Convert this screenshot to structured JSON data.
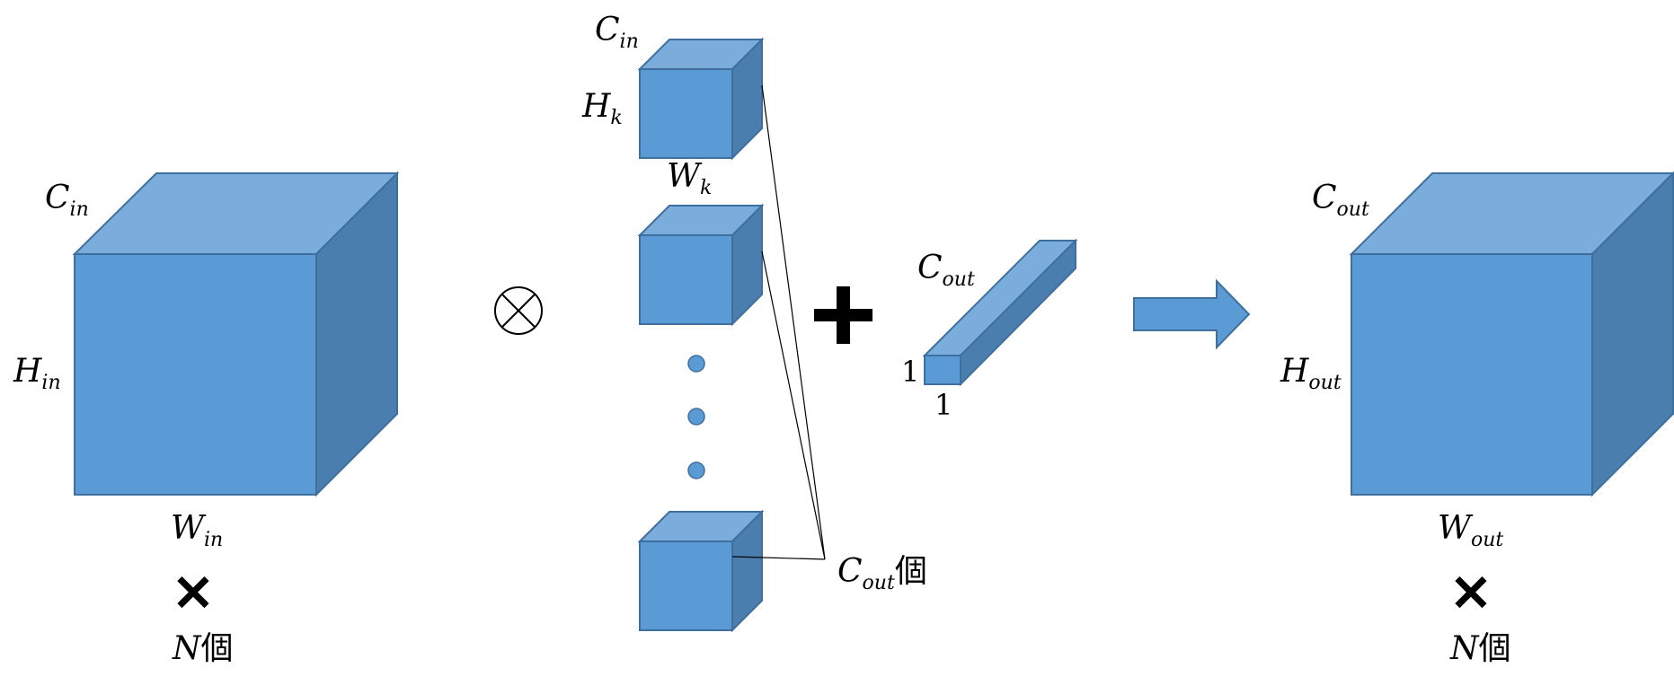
{
  "colors": {
    "front": "#5b9bd5",
    "top": "#7aacdc",
    "side": "#4a7eae",
    "edge": "#3f6f9f",
    "ink": "#000000"
  },
  "input": {
    "c_main": "C",
    "c_sub": "in",
    "h_main": "H",
    "h_sub": "in",
    "w_main": "W",
    "w_sub": "in",
    "count_symbol": "✕",
    "count_label": "N",
    "count_suffix": "個"
  },
  "operator_conv": "⊗",
  "kernel": {
    "c_main": "C",
    "c_sub": "in",
    "h_main": "H",
    "h_sub": "k",
    "w_main": "W",
    "w_sub": "k",
    "count_main": "C",
    "count_sub": "out",
    "count_suffix": "個"
  },
  "operator_add": "+",
  "bias": {
    "c_main": "C",
    "c_sub": "out",
    "h_label": "1",
    "w_label": "1"
  },
  "output": {
    "c_main": "C",
    "c_sub": "out",
    "h_main": "H",
    "h_sub": "out",
    "w_main": "W",
    "w_sub": "out",
    "count_symbol": "✕",
    "count_label": "N",
    "count_suffix": "個"
  },
  "arrow_icon": "right-arrow"
}
